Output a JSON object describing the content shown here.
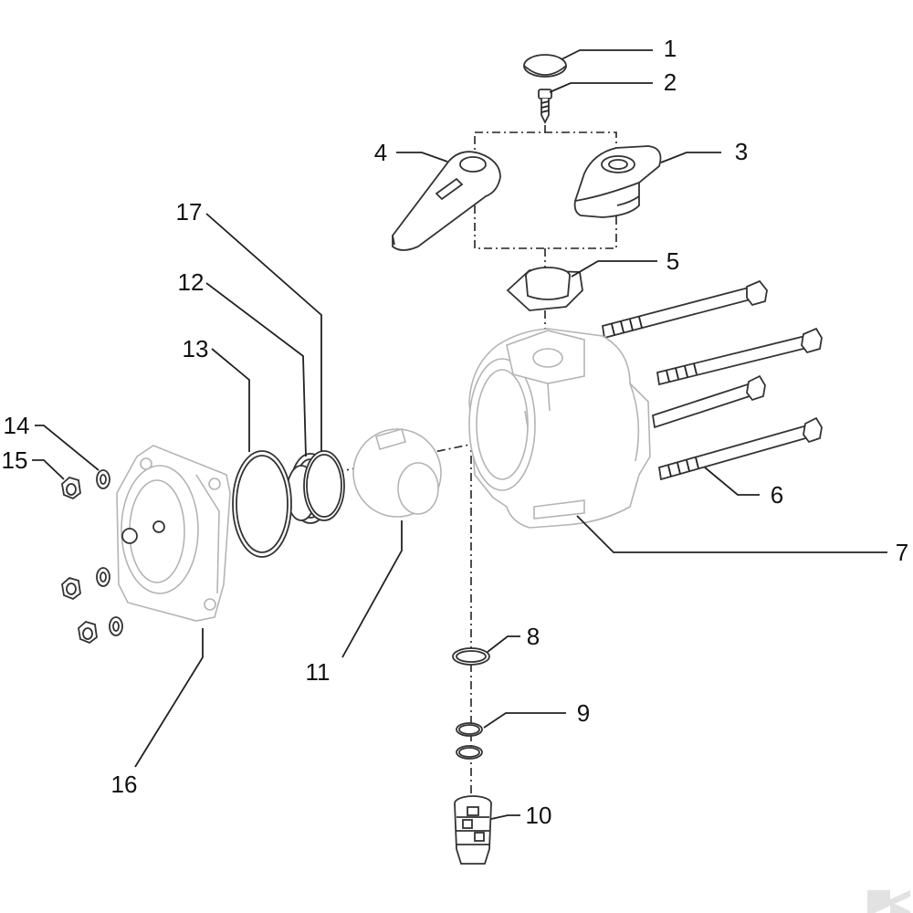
{
  "callouts": [
    {
      "id": 1,
      "label": "1"
    },
    {
      "id": 2,
      "label": "2"
    },
    {
      "id": 3,
      "label": "3"
    },
    {
      "id": 4,
      "label": "4"
    },
    {
      "id": 5,
      "label": "5"
    },
    {
      "id": 6,
      "label": "6"
    },
    {
      "id": 7,
      "label": "7"
    },
    {
      "id": 8,
      "label": "8"
    },
    {
      "id": 9,
      "label": "9"
    },
    {
      "id": 10,
      "label": "10"
    },
    {
      "id": 11,
      "label": "11"
    },
    {
      "id": 12,
      "label": "12"
    },
    {
      "id": 13,
      "label": "13"
    },
    {
      "id": 14,
      "label": "14"
    },
    {
      "id": 15,
      "label": "15"
    },
    {
      "id": 16,
      "label": "16"
    },
    {
      "id": 17,
      "label": "17"
    }
  ],
  "watermark": {
    "icon": "brand-logo-icon",
    "color": "#e2e2e2"
  }
}
